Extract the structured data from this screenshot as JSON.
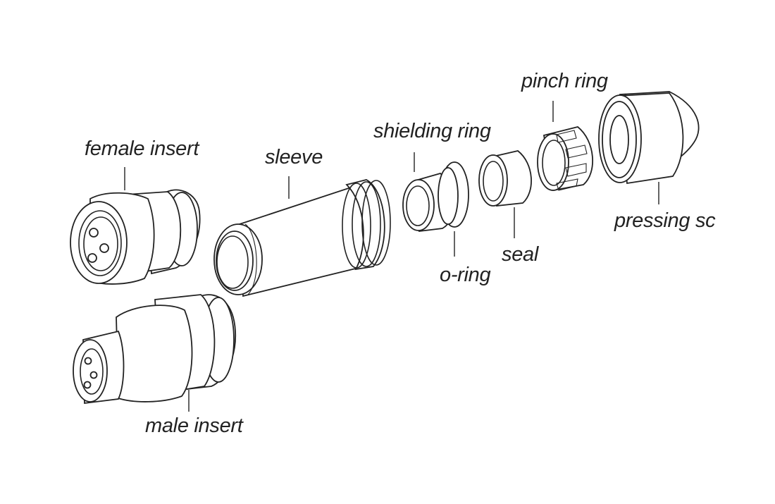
{
  "diagram": {
    "labels": {
      "female_insert": "female insert",
      "sleeve": "sleeve",
      "shielding_ring": "shielding ring",
      "pinch_ring": "pinch ring",
      "pressing_screw": "pressing sc",
      "o_ring": "o-ring",
      "seal": "seal",
      "male_insert": "male insert"
    },
    "colors": {
      "ink": "#222222",
      "background": "#ffffff"
    }
  }
}
